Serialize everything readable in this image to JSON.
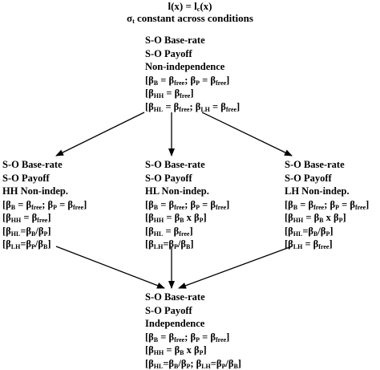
{
  "header": {
    "line1": [
      {
        "t": "l(x) = l"
      },
      {
        "t": "c",
        "sub": true
      },
      {
        "t": "(x)"
      }
    ],
    "line2": [
      {
        "t": "σ"
      },
      {
        "t": "t",
        "sub": true
      },
      {
        "t": "  constant across conditions"
      }
    ]
  },
  "nodes": {
    "top": {
      "lines": [
        [
          {
            "t": "S-O Base-rate"
          }
        ],
        [
          {
            "t": "S-O Payoff"
          }
        ],
        [
          {
            "t": "Non-independence"
          }
        ],
        [
          {
            "t": "[β"
          },
          {
            "t": "B",
            "sub": true
          },
          {
            "t": " = β"
          },
          {
            "t": "free",
            "sub": true
          },
          {
            "t": "; β"
          },
          {
            "t": "P",
            "sub": true
          },
          {
            "t": " = β"
          },
          {
            "t": "free",
            "sub": true
          },
          {
            "t": "]"
          }
        ],
        [
          {
            "t": "[β"
          },
          {
            "t": "HH",
            "sub": true
          },
          {
            "t": " = β"
          },
          {
            "t": "free",
            "sub": true
          },
          {
            "t": "]"
          }
        ],
        [
          {
            "t": "[β"
          },
          {
            "t": "HL",
            "sub": true
          },
          {
            "t": " = β"
          },
          {
            "t": "free",
            "sub": true
          },
          {
            "t": "; β"
          },
          {
            "t": "LH",
            "sub": true
          },
          {
            "t": " = β"
          },
          {
            "t": "free",
            "sub": true
          },
          {
            "t": "]"
          }
        ]
      ]
    },
    "left": {
      "lines": [
        [
          {
            "t": "S-O Base-rate"
          }
        ],
        [
          {
            "t": "S-O Payoff"
          }
        ],
        [
          {
            "t": "HH Non-indep."
          }
        ],
        [
          {
            "t": "[β"
          },
          {
            "t": "B",
            "sub": true
          },
          {
            "t": " = β"
          },
          {
            "t": "free",
            "sub": true
          },
          {
            "t": "; β"
          },
          {
            "t": "P",
            "sub": true
          },
          {
            "t": " = β"
          },
          {
            "t": "free",
            "sub": true
          },
          {
            "t": "]"
          }
        ],
        [
          {
            "t": "[β"
          },
          {
            "t": "HH",
            "sub": true
          },
          {
            "t": " = β"
          },
          {
            "t": "free",
            "sub": true
          },
          {
            "t": "]"
          }
        ],
        [
          {
            "t": "[β"
          },
          {
            "t": "HL",
            "sub": true
          },
          {
            "t": "=β"
          },
          {
            "t": "B",
            "sub": true
          },
          {
            "t": "/β"
          },
          {
            "t": "P",
            "sub": true
          },
          {
            "t": "]"
          }
        ],
        [
          {
            "t": "[β"
          },
          {
            "t": "LH",
            "sub": true
          },
          {
            "t": "=β"
          },
          {
            "t": "P",
            "sub": true
          },
          {
            "t": "/β"
          },
          {
            "t": "B",
            "sub": true
          },
          {
            "t": "]"
          }
        ]
      ]
    },
    "middle": {
      "lines": [
        [
          {
            "t": "S-O Base-rate"
          }
        ],
        [
          {
            "t": "S-O Payoff"
          }
        ],
        [
          {
            "t": "HL Non-indep."
          }
        ],
        [
          {
            "t": "[β"
          },
          {
            "t": "B",
            "sub": true
          },
          {
            "t": " = β"
          },
          {
            "t": "free",
            "sub": true
          },
          {
            "t": "; β"
          },
          {
            "t": "P",
            "sub": true
          },
          {
            "t": " = β"
          },
          {
            "t": "free",
            "sub": true
          },
          {
            "t": "]"
          }
        ],
        [
          {
            "t": "[β"
          },
          {
            "t": "HH",
            "sub": true
          },
          {
            "t": " = β"
          },
          {
            "t": "B",
            "sub": true
          },
          {
            "t": " x β"
          },
          {
            "t": "P",
            "sub": true
          },
          {
            "t": "]"
          }
        ],
        [
          {
            "t": "[β"
          },
          {
            "t": "HL",
            "sub": true
          },
          {
            "t": " = β"
          },
          {
            "t": "free",
            "sub": true
          },
          {
            "t": "]"
          }
        ],
        [
          {
            "t": "[β"
          },
          {
            "t": "LH",
            "sub": true
          },
          {
            "t": "=β"
          },
          {
            "t": "P",
            "sub": true
          },
          {
            "t": "/β"
          },
          {
            "t": "B",
            "sub": true
          },
          {
            "t": "]"
          }
        ]
      ]
    },
    "right": {
      "lines": [
        [
          {
            "t": "S-O Base-rate"
          }
        ],
        [
          {
            "t": "S-O Payoff"
          }
        ],
        [
          {
            "t": "LH Non-indep."
          }
        ],
        [
          {
            "t": "[β"
          },
          {
            "t": "B",
            "sub": true
          },
          {
            "t": " = β"
          },
          {
            "t": "free",
            "sub": true
          },
          {
            "t": "; β"
          },
          {
            "t": "P",
            "sub": true
          },
          {
            "t": " = β"
          },
          {
            "t": "free",
            "sub": true
          },
          {
            "t": "]"
          }
        ],
        [
          {
            "t": "[β"
          },
          {
            "t": "HH",
            "sub": true
          },
          {
            "t": " = β"
          },
          {
            "t": "B",
            "sub": true
          },
          {
            "t": " x β"
          },
          {
            "t": "P",
            "sub": true
          },
          {
            "t": "]"
          }
        ],
        [
          {
            "t": "[β"
          },
          {
            "t": "HL",
            "sub": true
          },
          {
            "t": "=β"
          },
          {
            "t": "B",
            "sub": true
          },
          {
            "t": "/β"
          },
          {
            "t": "P",
            "sub": true
          },
          {
            "t": "]"
          }
        ],
        [
          {
            "t": "[β"
          },
          {
            "t": "LH",
            "sub": true
          },
          {
            "t": " = β"
          },
          {
            "t": "free",
            "sub": true
          },
          {
            "t": "]"
          }
        ]
      ]
    },
    "bottom": {
      "lines": [
        [
          {
            "t": "S-O Base-rate"
          }
        ],
        [
          {
            "t": "S-O Payoff"
          }
        ],
        [
          {
            "t": "Independence"
          }
        ],
        [
          {
            "t": "[β"
          },
          {
            "t": "B",
            "sub": true
          },
          {
            "t": " = β"
          },
          {
            "t": "free",
            "sub": true
          },
          {
            "t": "; β"
          },
          {
            "t": "P",
            "sub": true
          },
          {
            "t": " = β"
          },
          {
            "t": "free",
            "sub": true
          },
          {
            "t": "]"
          }
        ],
        [
          {
            "t": "[β"
          },
          {
            "t": "HH",
            "sub": true
          },
          {
            "t": " = β"
          },
          {
            "t": "B",
            "sub": true
          },
          {
            "t": " x β"
          },
          {
            "t": "P",
            "sub": true
          },
          {
            "t": "]"
          }
        ],
        [
          {
            "t": "[β"
          },
          {
            "t": "HL",
            "sub": true
          },
          {
            "t": "=β"
          },
          {
            "t": "B",
            "sub": true
          },
          {
            "t": "/β"
          },
          {
            "t": "P",
            "sub": true
          },
          {
            "t": "; β"
          },
          {
            "t": "LH",
            "sub": true
          },
          {
            "t": "=β"
          },
          {
            "t": "P",
            "sub": true
          },
          {
            "t": "/β"
          },
          {
            "t": "B",
            "sub": true
          },
          {
            "t": "]"
          }
        ]
      ]
    }
  },
  "edges": [
    {
      "from": "top",
      "to": "left"
    },
    {
      "from": "top",
      "to": "middle"
    },
    {
      "from": "top",
      "to": "right"
    },
    {
      "from": "left",
      "to": "bottom"
    },
    {
      "from": "middle",
      "to": "bottom"
    },
    {
      "from": "right",
      "to": "bottom"
    }
  ]
}
